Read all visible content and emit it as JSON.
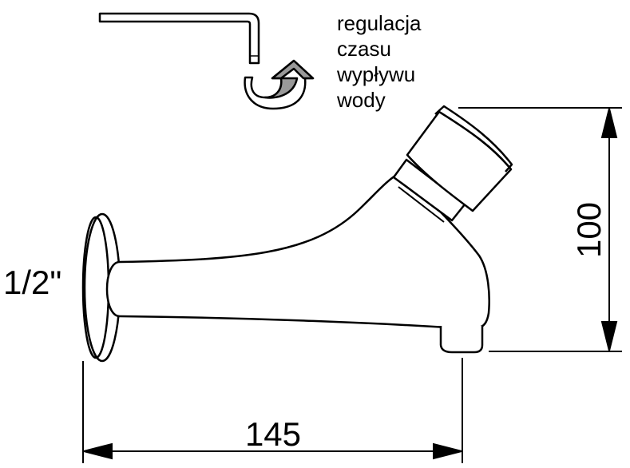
{
  "drawing": {
    "subject": "self-closing wall-mounted faucet",
    "adjustment_note": {
      "lines": [
        "regulacja",
        "czasu",
        "wypływu",
        "wody"
      ]
    },
    "thread_size": "1/2\"",
    "dimensions": {
      "height": "100",
      "length": "145"
    },
    "colors": {
      "line": "#000000",
      "arrow_fill": "#999999",
      "background": "#ffffff"
    }
  }
}
